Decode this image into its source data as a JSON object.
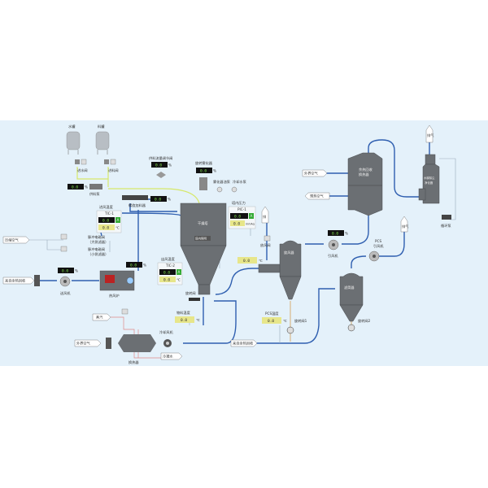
{
  "colors": {
    "background": "#e4f1fa",
    "pipe": "#2f5fb0",
    "feed_line": "#d6e86a",
    "vessel": "#6b6f73",
    "display_bg": "#111111",
    "display_text": "#7ee04a",
    "setpoint_bg": "#e7e68a"
  },
  "tanks": {
    "water": "水罐",
    "material": "料罐"
  },
  "valves": {
    "water_inlet": "进水阀",
    "material_inlet": "进料阀",
    "feed_flow": "供料流量调节阀",
    "pulse_large": "脉冲电磁阀",
    "pulse_large_sub": "（大袋滤器）",
    "pulse_small": "脉冲电磁阀",
    "pulse_small_sub": "（小袋滤器）",
    "rotary": "旋转阀",
    "rotary1": "旋转阀1",
    "rotary2": "旋转阀2",
    "vent": "放风阀"
  },
  "equipment": {
    "feed_pump": "供料泵",
    "screw_feeder": "螺旋加料器",
    "atomizer": "旋转雾化器",
    "atomizer_oil_pump": "雾化器油泵",
    "cooling_pump": "冷却水泵",
    "dryer": "干燥塔",
    "dryer_light": "塔内照明",
    "blower": "送风机",
    "hot_air_furnace": "热风炉",
    "heat_exchanger": "换热器",
    "cooling_fan": "冷却风机",
    "cyclone": "旋风器",
    "filter": "滤筒器",
    "induced_fan": "引风机",
    "pcs_fan_top": "PCS",
    "pcs_fan": "引风机",
    "recovery_hx_1": "余热回收",
    "recovery_hx_2": "换热器",
    "scrubber_1": "水膜除尘",
    "scrubber_2": "净化器",
    "circ_pump": "循环泵"
  },
  "streams": {
    "compressed_air": "压缩空气",
    "from_recovery_1": "来自余热回收",
    "from_recovery_2": "来自余热回收",
    "steam": "蒸汽",
    "outside_air_1": "外界空气",
    "outside_air_2": "外界空气",
    "condensate": "冷凝水",
    "preheated_air": "预热空气",
    "exhaust_1": "排气",
    "exhaust_2": "排气",
    "exhaust_3": "排"
  },
  "instruments": {
    "inlet_temp": {
      "title": "进风温度",
      "tag": "TIC-1",
      "pv": "0.0",
      "sp": "0.0",
      "unit": "℃",
      "mode": "A"
    },
    "tower_pressure": {
      "title": "塔内压力",
      "tag": "PIC-1",
      "pv": "0.0",
      "sp": "0.0",
      "unit": "mmAq",
      "mode": "A"
    },
    "outlet_temp": {
      "title": "出风温度",
      "tag": "TIC-2",
      "pv": "0.0",
      "sp": "0.0",
      "unit": "℃",
      "mode": "A"
    },
    "material_temp": {
      "title": "物料温度",
      "value": "0.0",
      "unit": "℃"
    },
    "pcs_temp": {
      "title": "PCS温度",
      "value": "0.0",
      "unit": "℃"
    },
    "cyclone_temp": {
      "value": "0.0",
      "unit": "℃"
    }
  },
  "readouts": {
    "feed_pump": {
      "value": "0.0",
      "unit": "%"
    },
    "feed_flow": {
      "value": "0.0",
      "unit": "%"
    },
    "screw_feeder": {
      "value": "0.0",
      "unit": "%"
    },
    "atomizer": {
      "value": "0.0",
      "unit": "%"
    },
    "blower": {
      "value": "0.0",
      "unit": "%"
    },
    "furnace": {
      "value": "0.0",
      "unit": "%"
    },
    "induced_fan": {
      "value": "0.0",
      "unit": "%"
    }
  }
}
